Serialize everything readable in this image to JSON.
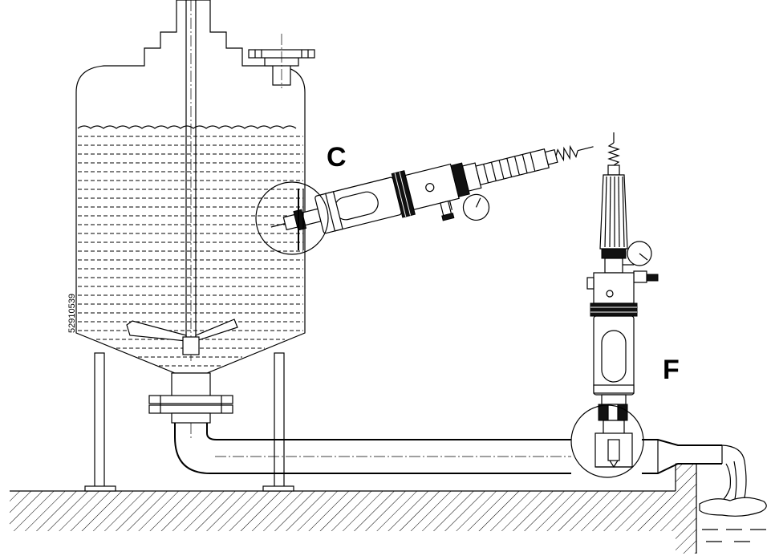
{
  "labels": {
    "detail_c": "C",
    "detail_f": "F",
    "drawing_number": "52910539"
  },
  "colors": {
    "ink": "#000000",
    "paper": "#ffffff"
  }
}
